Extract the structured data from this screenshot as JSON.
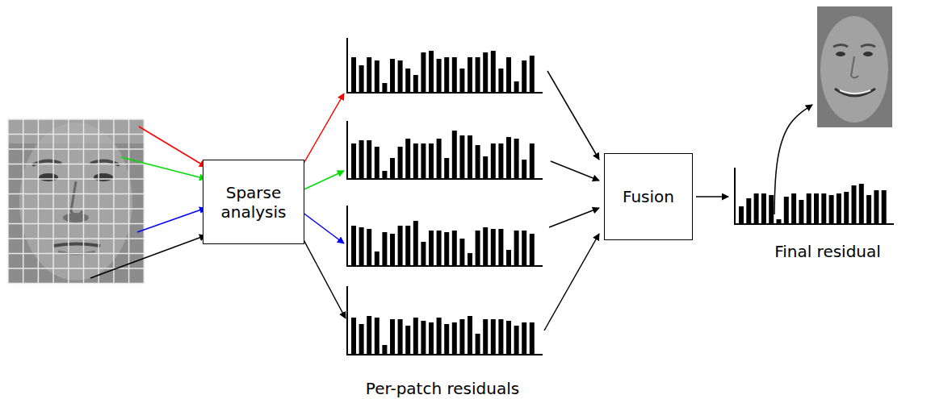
{
  "diagram": {
    "nodes": [
      {
        "text": [
          "Sparse analysis"
        ]
      },
      {
        "text": [
          "Fusion"
        ]
      }
    ],
    "labels": [
      "Per-patch residuals",
      "Final residual"
    ]
  }
}
